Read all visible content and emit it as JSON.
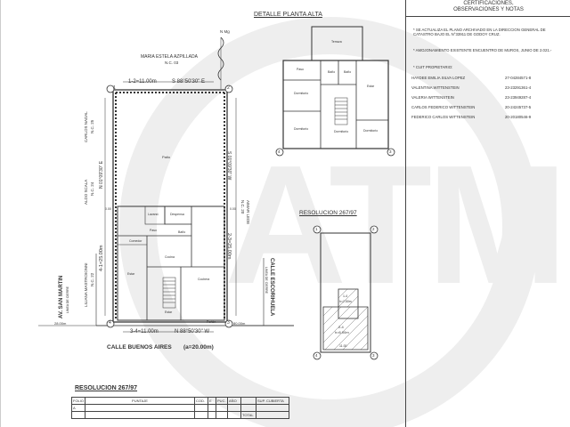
{
  "notes": {
    "title_line1": "CERTIFICACIONES,",
    "title_line2": "OBSERVACIONES Y NOTAS",
    "note1": "* SE ACTUALIZA EL PLANO ARCHIVADO EN LA DIRECCION GENERAL DE CATASTRO BAJO EL N°33911 DE GODOY CRUZ.",
    "note2": "* AMOJONAMIENTO EXISTENTE ENCUENTRO DE MUROS, JUNIO DE 2.021.-",
    "cuit_header": "* CUIT PROPIETARIO:",
    "owners": [
      {
        "name": "HAYDEE EMILIA SILVA LOPEZ",
        "cuit": "27-04284571-8"
      },
      {
        "name": "VALENTINA WITTENSTEIN",
        "cuit": "23-23291361-4"
      },
      {
        "name": "VALERIA WITTENSTEIN",
        "cuit": "23-23949287-4"
      },
      {
        "name": "CARLOS FEDERICO WITTENSTEIN",
        "cuit": "20-24245737-5"
      },
      {
        "name": "FEDERICO CARLOS WITTENSTEIN",
        "cuit": "20-20180546-9"
      }
    ]
  },
  "detalle": {
    "title": "DETALLE PLANTA ALTA",
    "rooms": {
      "terraza": "Terraza",
      "paso": "Paso",
      "bano1": "Baño",
      "bano2": "Baño",
      "estar": "Estar",
      "dormitorio1": "Dormitorio",
      "dormitorio2": "Dormitorio",
      "dormitorio3": "Dormitorio",
      "dormitorio4": "Dormitorio"
    },
    "corner_4": "4",
    "corner_3": "3"
  },
  "main_plan": {
    "north": "N Mg",
    "neighbor_top": "MARIA ESTELA AZPILLADA",
    "neighbor_top_nc": "N.C. 03",
    "dim_top": "1-2=11.00m",
    "bearing_top": "S 88°50'30\" E",
    "neighbor_left1": "CARLOS NADAL",
    "neighbor_left1_nc": "N.C. 25",
    "neighbor_left2": "ALDO SCALA",
    "neighbor_left2_nc": "N.C. 24",
    "neighbor_left3": "LILIANA MASTROIONNI",
    "neighbor_left3_nc": "N.C. 22",
    "bearing_left": "N 01°09'30\" E",
    "dim_left": "4-1=25.00m",
    "bearing_right": "S 01°09'30\" W",
    "dim_right": "2-3=25.00m",
    "neighbor_right": "AIMAR LEDE",
    "neighbor_right_nc": "N.C. 20",
    "dim_bottom": "3-4=11.00m",
    "bearing_bottom": "N 88°50'30\" W",
    "street_bottom": "CALLE BUENOS AIRES",
    "street_width": "(a=20.00m)",
    "street_left": "AV. SAN MARTIN",
    "street_left_sub": "LINEA DE CIERRE",
    "street_right": "CALLE ESCORIHUELA",
    "street_right_sub": "LINEA DE CIERRE",
    "dist_left": "28.00m",
    "dist_right": "80.00m",
    "offset1": "0.00",
    "offset2": "0.00",
    "rooms": {
      "patio": "Patio",
      "lavand": "Lavand.",
      "despensa": "Despensa",
      "paso": "Paso",
      "bano": "Baño",
      "comedor": "Comedor",
      "cocina": "Cocina",
      "estar": "Estar",
      "cochera": "Cochera",
      "estar2": "Estar",
      "porton": "Portón"
    },
    "corners": {
      "c1": "1",
      "c2": "2",
      "c3": "3",
      "c4": "4"
    }
  },
  "resolucion_mid": {
    "title": "RESOLUCION 267/97",
    "dim1": "1-4",
    "dim1b": "h=2.50m",
    "dim2": "2-4",
    "dim2b": "h=6.00m",
    "dim3": "11.00",
    "corner_1": "1",
    "corner_2": "2",
    "corner_3": "3",
    "corner_4": "4"
  },
  "resolucion_table": {
    "title": "RESOLUCION 267/97",
    "row1": [
      "FOLIO",
      "PUNTAJE",
      "COD.",
      "E",
      "PUC.",
      "AÑO",
      "",
      "SUP. CUBIERTA"
    ],
    "row2": [
      "A",
      "",
      "",
      "",
      "",
      "",
      "",
      ""
    ],
    "row3": [
      "",
      "",
      "",
      "",
      "",
      "",
      "TOTAL",
      ""
    ]
  },
  "watermark": {
    "text": "ATM",
    "color": "#eeeeee"
  },
  "accent_color": "#333333"
}
